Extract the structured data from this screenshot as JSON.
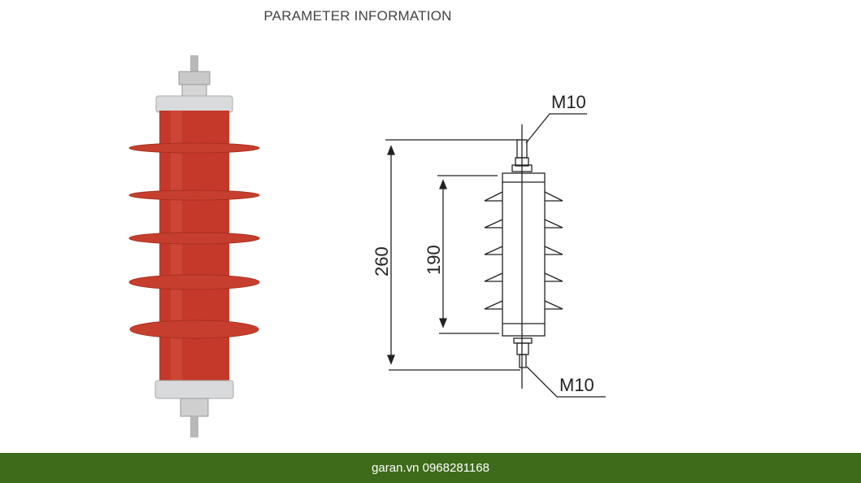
{
  "header": {
    "title": "PARAMETER INFORMATION"
  },
  "diagram": {
    "overall_length": "260",
    "body_length": "190",
    "top_thread": "M10",
    "bottom_thread": "M10"
  },
  "colors": {
    "body_red": "#c0392b",
    "footer_green": "#3d6b1a"
  },
  "footer": {
    "text": "garan.vn 0968281168"
  }
}
